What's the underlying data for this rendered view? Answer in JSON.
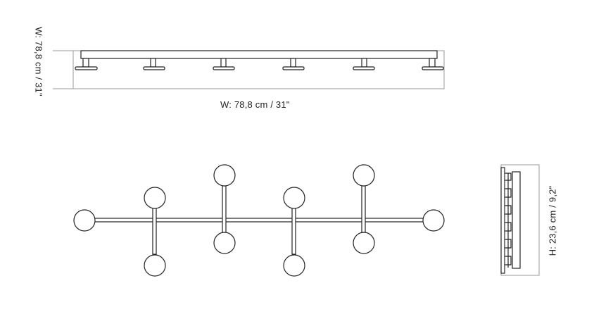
{
  "dimensions": {
    "top_width_label": "W: 78,8 cm / 31\"",
    "top_side_label": "W: 78,8 cm / 31\"",
    "side_height_label": "H: 23,6 cm / 9,2\""
  },
  "colors": {
    "stroke": "#222222",
    "frame": "#9a9a9a",
    "fill": "#ffffff"
  },
  "icons": [
    "coat-rack-top-view",
    "coat-rack-front-view",
    "coat-rack-side-view"
  ]
}
